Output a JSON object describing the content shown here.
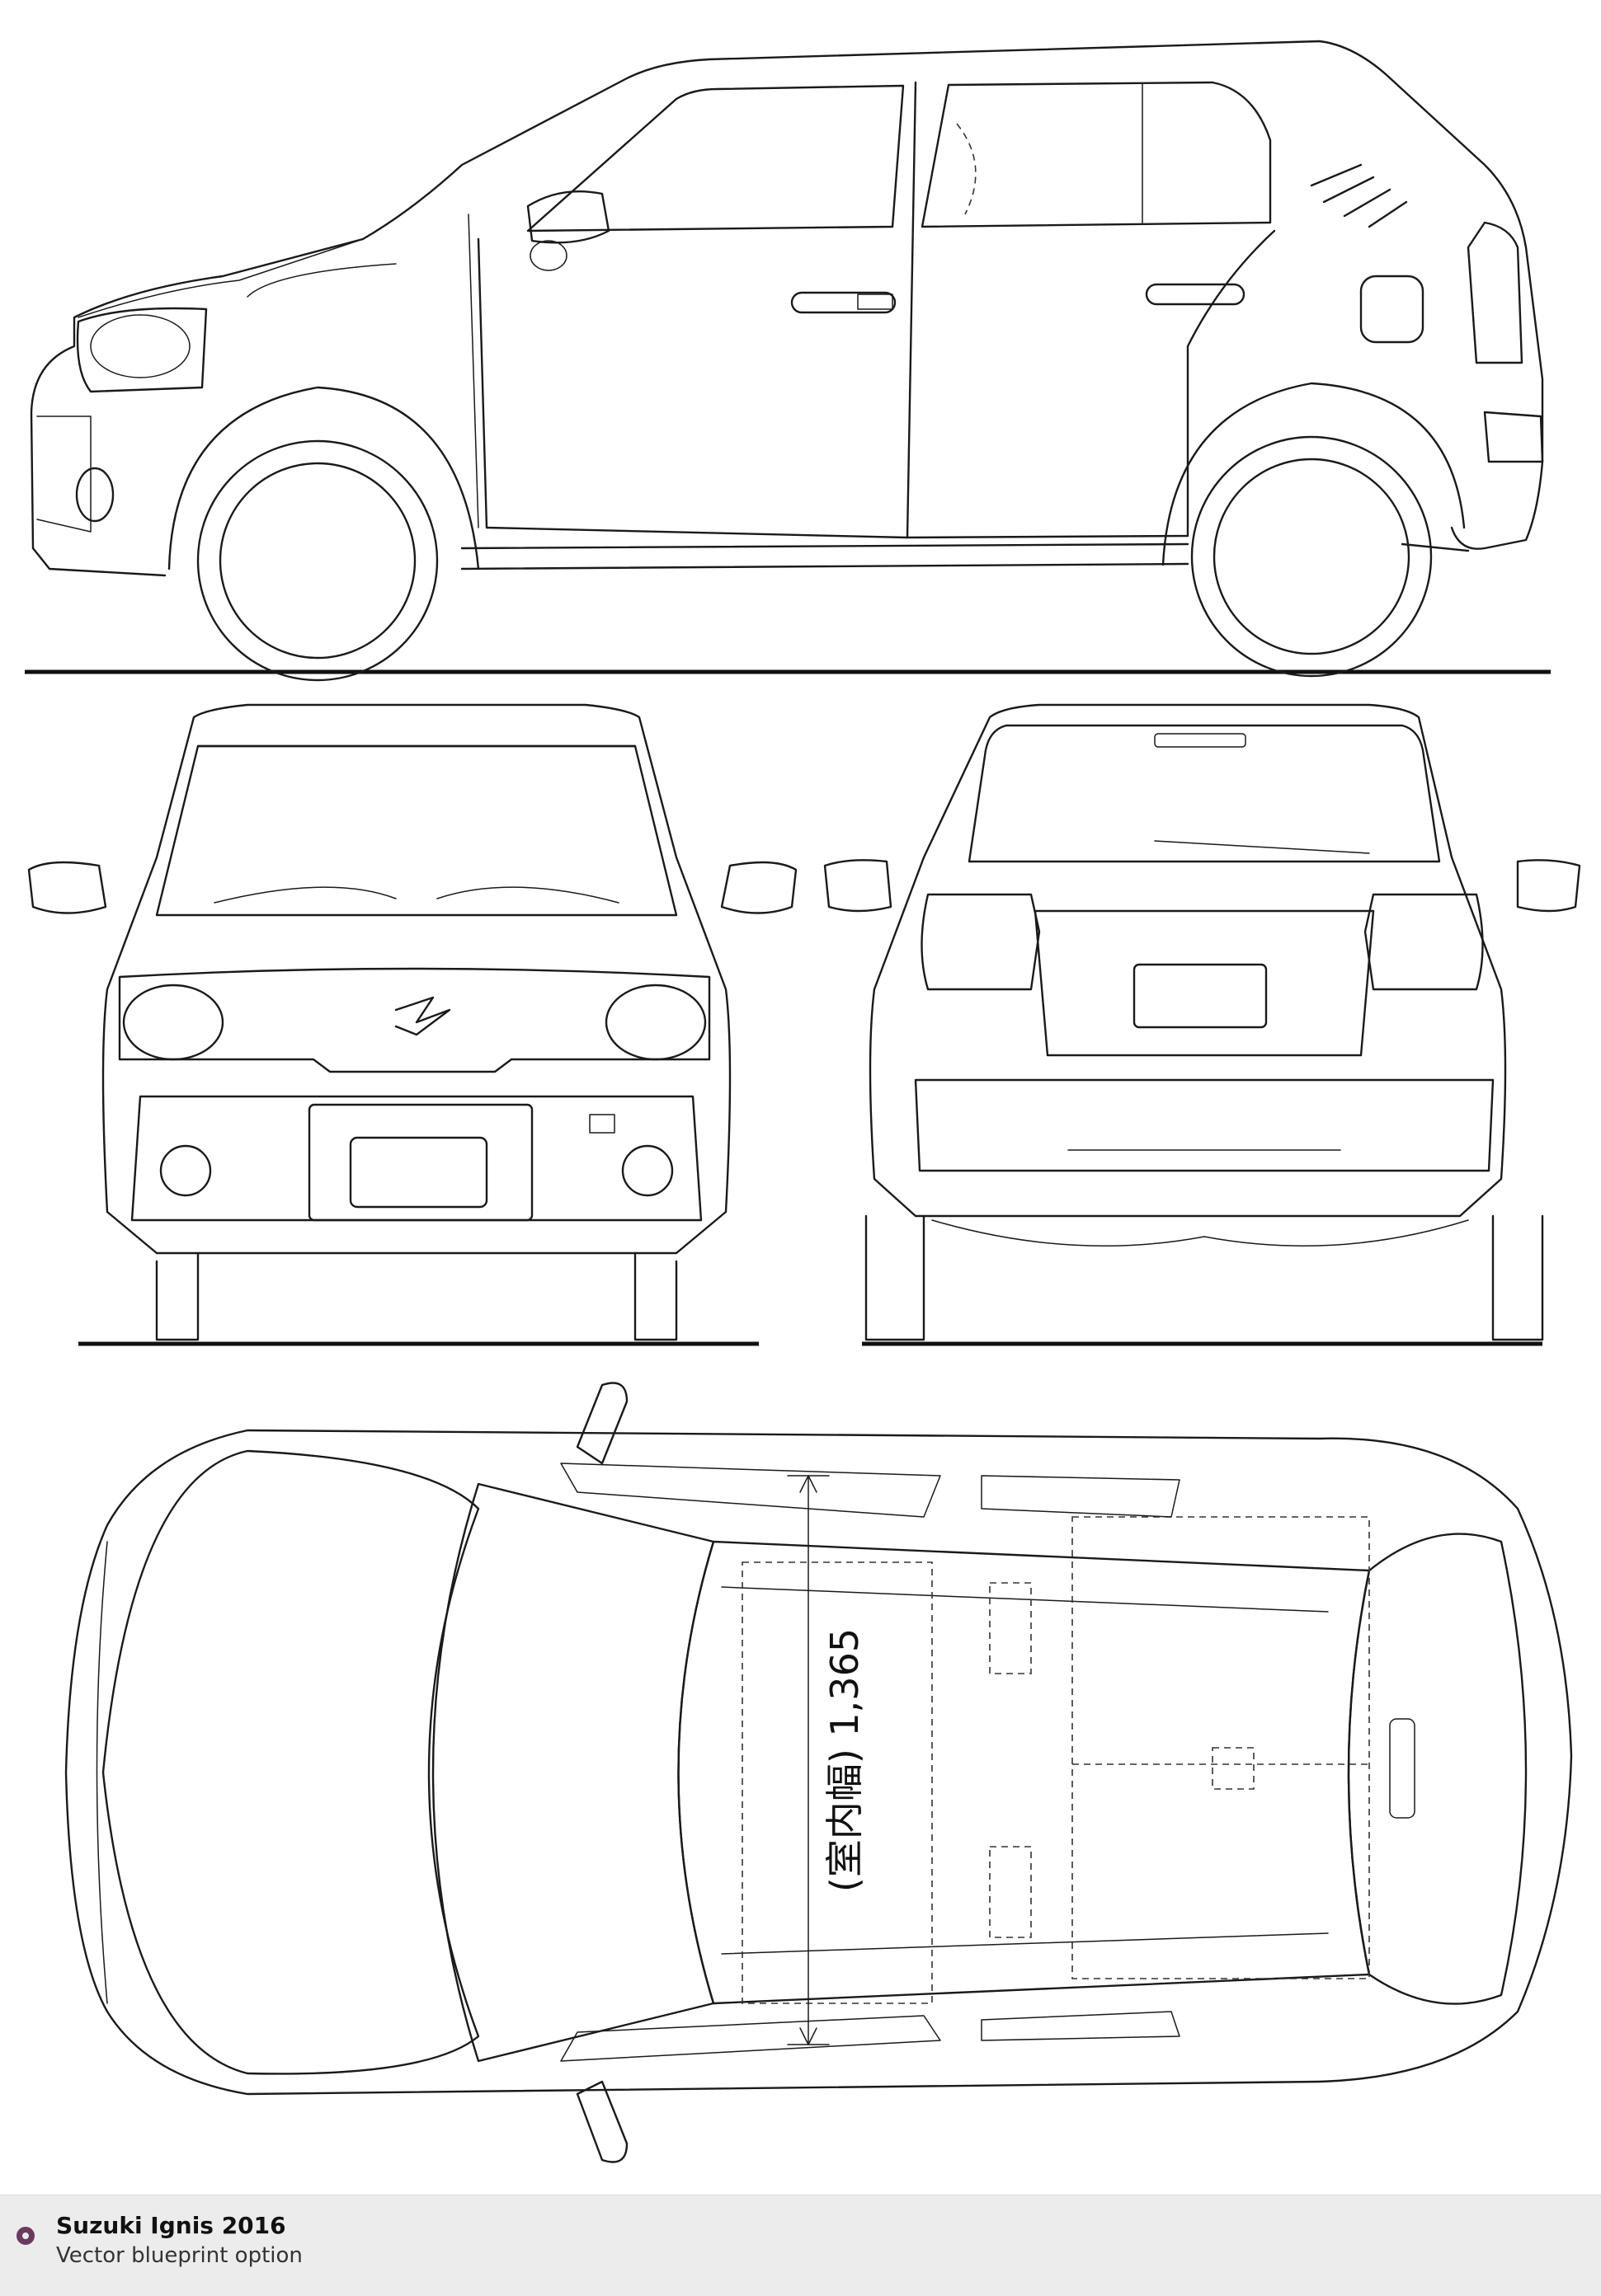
{
  "drawing": {
    "views": [
      "side-view",
      "front-view",
      "rear-view",
      "top-view"
    ],
    "dimension": {
      "label": "(室内幅) 1,365"
    }
  },
  "footer": {
    "title": "Suzuki Ignis 2016",
    "subtitle": "Vector blueprint option"
  }
}
